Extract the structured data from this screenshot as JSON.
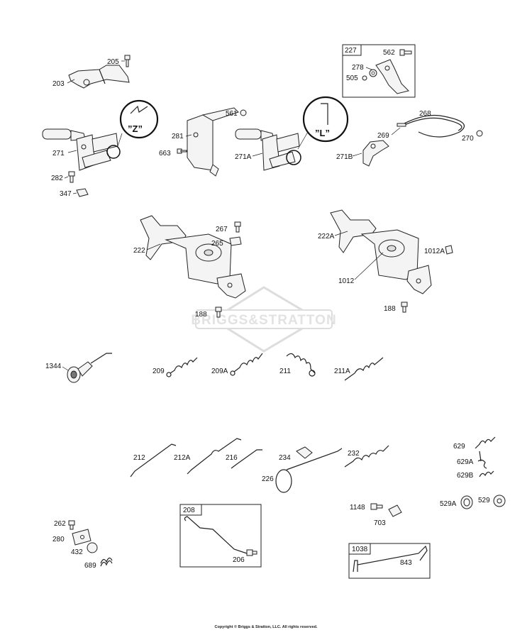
{
  "watermark": "BRIGGS&STRATTON",
  "callouts": {
    "z": "”Z”",
    "l": "”L”"
  },
  "copyright": "Copyright © Briggs & Stratton, LLC. All rights reserved.",
  "boxes": {
    "b227": "227",
    "b208": "208",
    "b1038": "1038"
  },
  "labels": {
    "p205": "205",
    "p203": "203",
    "p271": "271",
    "p282": "282",
    "p347": "347",
    "p561": "561",
    "p281": "281",
    "p663": "663",
    "p271A": "271A",
    "p562": "562",
    "p278": "278",
    "p505": "505",
    "p268": "268",
    "p269": "269",
    "p270": "270",
    "p271B": "271B",
    "p267": "267",
    "p265": "265",
    "p222": "222",
    "p188a": "188",
    "p222A": "222A",
    "p1012A": "1012A",
    "p1012": "1012",
    "p188b": "188",
    "p1344": "1344",
    "p209": "209",
    "p209A": "209A",
    "p211": "211",
    "p211A": "211A",
    "p212": "212",
    "p212A": "212A",
    "p216": "216",
    "p234": "234",
    "p226": "226",
    "p232": "232",
    "p629": "629",
    "p629A": "629A",
    "p629B": "629B",
    "p529A": "529A",
    "p529": "529",
    "p1148": "1148",
    "p703": "703",
    "p206": "206",
    "p843": "843",
    "p262": "262",
    "p280": "280",
    "p432": "432",
    "p689": "689"
  }
}
